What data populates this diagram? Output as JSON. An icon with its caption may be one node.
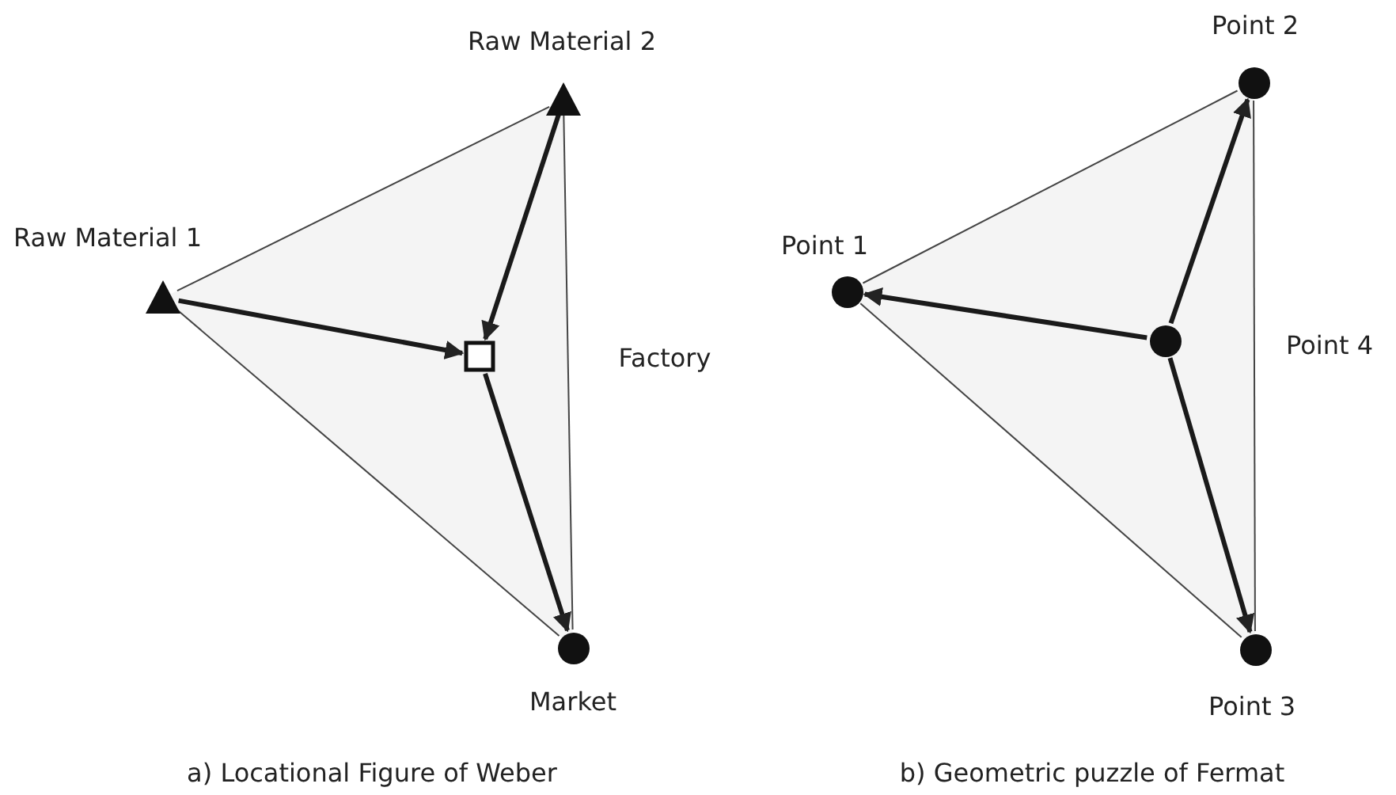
{
  "diagram": {
    "nodes": [
      {
        "text": [],
        "shape": "triangle",
        "beside": [
          "Raw Material 1"
        ]
      },
      {
        "text": [],
        "shape": "triangle",
        "beside": [
          "Raw Material 2"
        ]
      },
      {
        "text": [],
        "shape": "box"
      },
      {
        "text": [],
        "shape": "circle",
        "beside": [
          "Market"
        ]
      },
      {
        "text": [],
        "shape": "circle",
        "beside": [
          "Point 1"
        ]
      },
      {
        "text": [],
        "shape": "circle",
        "beside": [
          "Point 2"
        ]
      },
      {
        "text": [],
        "shape": "circle"
      },
      {
        "text": [],
        "shape": "circle",
        "beside": [
          "Point 3"
        ]
      }
    ],
    "edges": [
      {
        "from": 0,
        "to": 1,
        "arrow": "none"
      },
      {
        "from": 1,
        "to": 3,
        "arrow": "none"
      },
      {
        "from": 0,
        "to": 3,
        "arrow": "none"
      },
      {
        "from": 0,
        "to": 2,
        "arrow": "to",
        "style": "thick"
      },
      {
        "from": 1,
        "to": 2,
        "arrow": "to",
        "style": "thick"
      },
      {
        "from": 2,
        "to": 3,
        "arrow": "to",
        "style": "thick"
      },
      {
        "from": 4,
        "to": 5,
        "arrow": "none"
      },
      {
        "from": 5,
        "to": 7,
        "arrow": "none"
      },
      {
        "from": 4,
        "to": 7,
        "arrow": "none"
      },
      {
        "from": 6,
        "to": 4,
        "arrow": "to",
        "style": "thick"
      },
      {
        "from": 6,
        "to": 5,
        "arrow": "to",
        "style": "thick"
      },
      {
        "from": 6,
        "to": 7,
        "arrow": "to",
        "style": "thick"
      }
    ],
    "labels": [
      "Factory",
      "Point 4",
      "a) Locational Figure of Weber",
      "b) Geometric puzzle of Fermat"
    ]
  }
}
